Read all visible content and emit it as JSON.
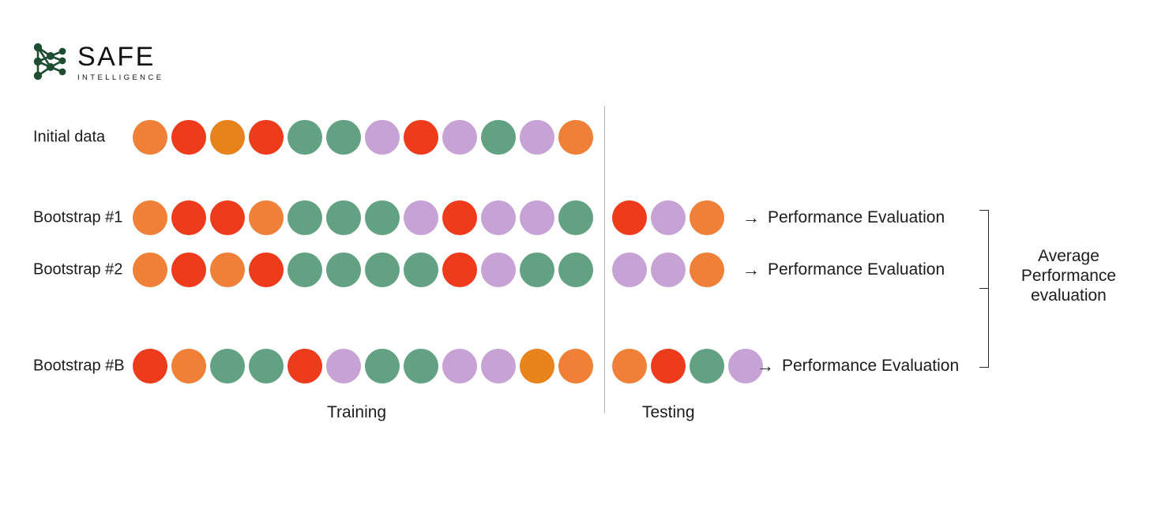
{
  "brand": {
    "name": "SAFE",
    "tagline": "INTELLIGENCE",
    "logo_icon": "network-graph-icon",
    "logo_color": "#1f4d32"
  },
  "palette": {
    "red": "#EE3B1C",
    "orange": "#E8821A",
    "light_orange": "#F08037",
    "green": "#62A282",
    "purple": "#C6A3D4"
  },
  "sections": {
    "training_label": "Training",
    "testing_label": "Testing"
  },
  "arrow_glyph": "→",
  "rows": [
    {
      "label": "Initial data",
      "train": [
        "light_orange",
        "red",
        "orange",
        "red",
        "green",
        "green",
        "purple",
        "red",
        "purple",
        "green",
        "purple",
        "light_orange"
      ],
      "test": [],
      "eval_label": null
    },
    {
      "label": "Bootstrap #1",
      "train": [
        "light_orange",
        "red",
        "red",
        "light_orange",
        "green",
        "green",
        "green",
        "purple",
        "red",
        "purple",
        "purple",
        "green"
      ],
      "test": [
        "red",
        "purple",
        "light_orange"
      ],
      "eval_label": "Performance Evaluation"
    },
    {
      "label": "Bootstrap #2",
      "train": [
        "light_orange",
        "red",
        "light_orange",
        "red",
        "green",
        "green",
        "green",
        "green",
        "red",
        "purple",
        "green",
        "green"
      ],
      "test": [
        "purple",
        "purple",
        "light_orange"
      ],
      "eval_label": "Performance Evaluation"
    },
    {
      "label": "Bootstrap #B",
      "train": [
        "red",
        "light_orange",
        "green",
        "green",
        "red",
        "purple",
        "green",
        "green",
        "purple",
        "purple",
        "orange",
        "light_orange"
      ],
      "test": [
        "light_orange",
        "red",
        "green",
        "purple"
      ],
      "eval_label": "Performance Evaluation"
    }
  ],
  "summary": {
    "line1": "Average",
    "line2": "Performance",
    "line3": "evaluation"
  }
}
